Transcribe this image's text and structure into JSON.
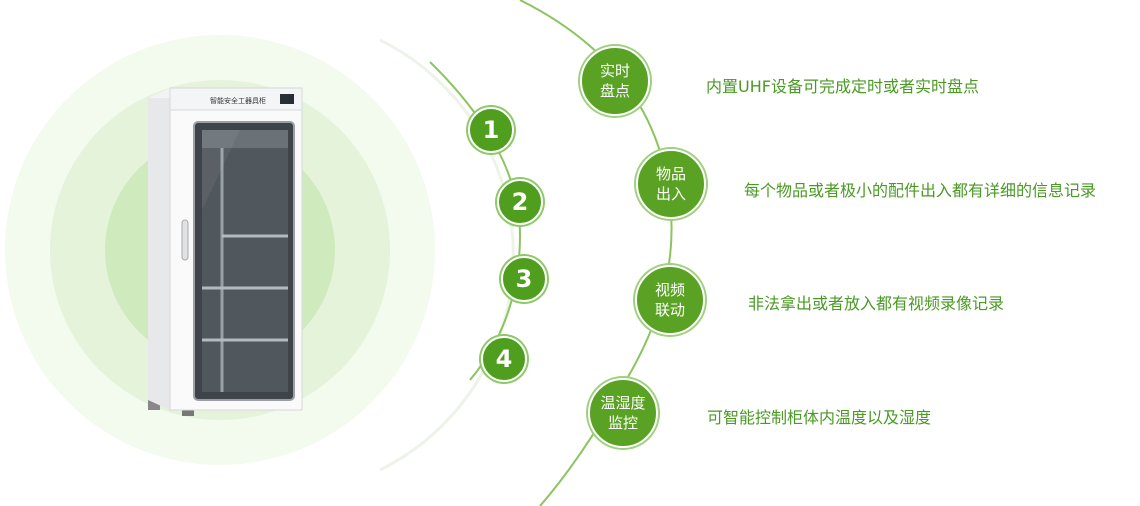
{
  "accent_color": "#5aa224",
  "cabinet": {
    "label_text": "智能安全工器具柜",
    "icon": "smart-cabinet-image"
  },
  "steps": [
    "1",
    "2",
    "3",
    "4"
  ],
  "features": [
    {
      "badge_line1": "实时",
      "badge_line2": "盘点",
      "description": "内置UHF设备可完成定时或者实时盘点"
    },
    {
      "badge_line1": "物品",
      "badge_line2": "出入",
      "description": "每个物品或者极小的配件出入都有详细的信息记录"
    },
    {
      "badge_line1": "视频",
      "badge_line2": "联动",
      "description": "非法拿出或者放入都有视频录像记录"
    },
    {
      "badge_line1": "温湿度",
      "badge_line2": "监控",
      "description": "可智能控制柜体内温度以及湿度"
    }
  ]
}
